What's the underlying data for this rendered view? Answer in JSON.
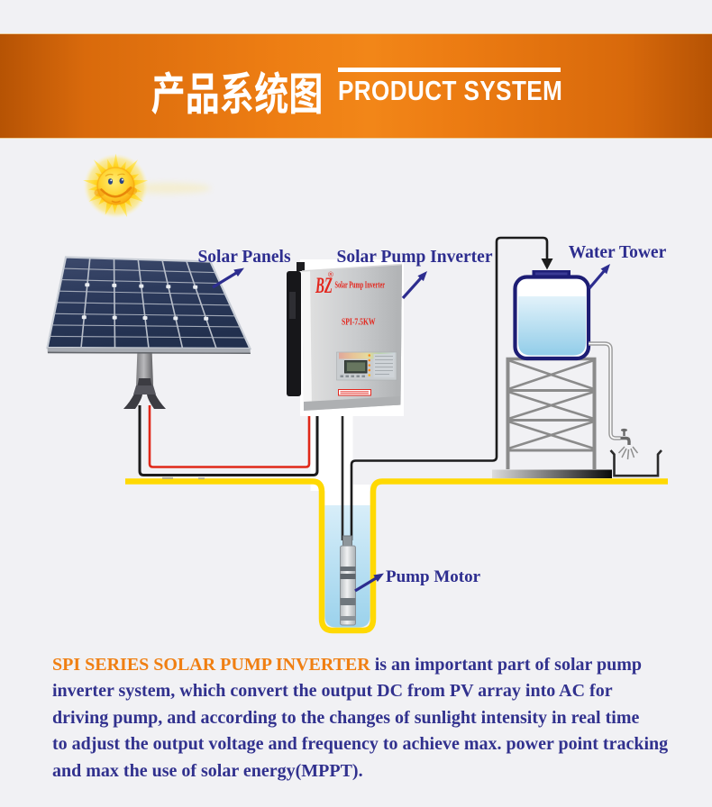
{
  "header": {
    "title_cn": "产品系统图",
    "title_en": "PRODUCT SYSTEM"
  },
  "diagram": {
    "labels": {
      "solar_panels": "Solar Panels",
      "inverter": "Solar Pump Inverter",
      "water_tower": "Water Tower",
      "pump_motor": "Pump Motor"
    },
    "inverter_device": {
      "brand": "BZ",
      "reg_mark": "®",
      "name": "Solar Pump Inverter",
      "model": "SPI-7.5KW"
    }
  },
  "description": {
    "highlight": "SPI SERIES SOLAR PUMP INVERTER",
    "line1_rest": " is an important part of solar pump",
    "lines": [
      "inverter system, which convert the output DC from PV array into AC for",
      "driving pump, and according to the changes of sunlight intensity in real time",
      "to adjust the output voltage and frequency to achieve max. power point tracking",
      "and max the use of solar energy(MPPT)."
    ]
  },
  "colors": {
    "banner_orange": "#ed7d13",
    "accent_orange": "#f07f12",
    "label_navy": "#2d2d8f",
    "ground_yellow": "#ffd903",
    "water_blue": "#a8d8ee",
    "wire_red": "#e02818"
  }
}
